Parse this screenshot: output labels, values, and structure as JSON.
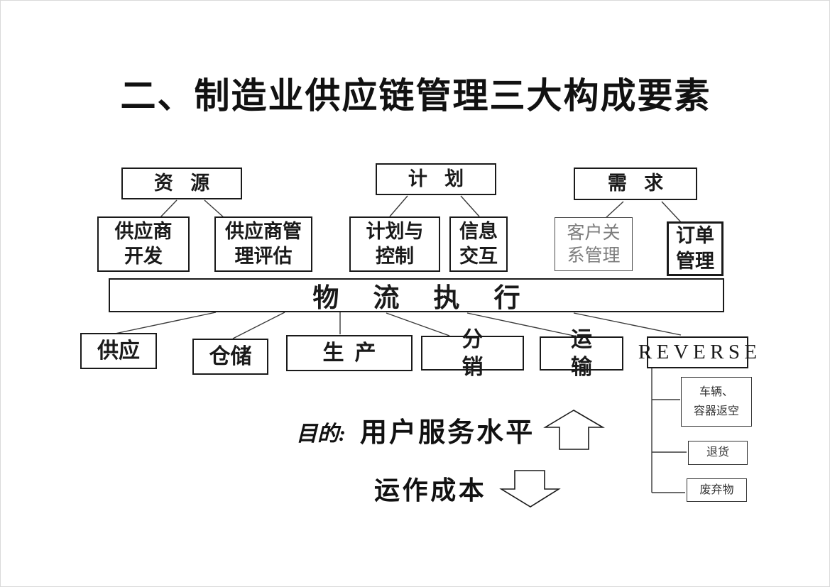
{
  "title": "二、制造业供应链管理三大构成要素",
  "groups": {
    "resources": {
      "label": "资源"
    },
    "plan": {
      "label": "计划"
    },
    "demand": {
      "label": "需求"
    }
  },
  "level2": {
    "supplier_dev": {
      "text": "供应商\n开发"
    },
    "supplier_eval": {
      "text": "供应商管\n理评估"
    },
    "plan_control": {
      "text": "计划与\n控制"
    },
    "info_exchange": {
      "text": "信息\n交互"
    },
    "crm": {
      "text": "客户关\n系管理"
    },
    "order_mgmt": {
      "text": "订单\n管理"
    }
  },
  "logistics_band": {
    "label": "物流执行"
  },
  "execution": {
    "supply": {
      "label": "供应"
    },
    "warehouse": {
      "label": "仓储"
    },
    "production": {
      "label": "生产"
    },
    "distribution": {
      "label": "分销"
    },
    "transport": {
      "label": "运输"
    },
    "reverse": {
      "label": "REVERSE"
    }
  },
  "reverse_items": {
    "vehicle_return": {
      "text": "车辆、\n容器返空"
    },
    "returns": {
      "label": "退货"
    },
    "waste": {
      "label": "废弃物"
    }
  },
  "footer": {
    "purpose_label": "目的:",
    "service_level": "用户服务水平",
    "operating_cost": "运作成本"
  },
  "colors": {
    "ink": "#1a1a1a",
    "muted_text": "#7d7d7d",
    "background": "#ffffff"
  }
}
